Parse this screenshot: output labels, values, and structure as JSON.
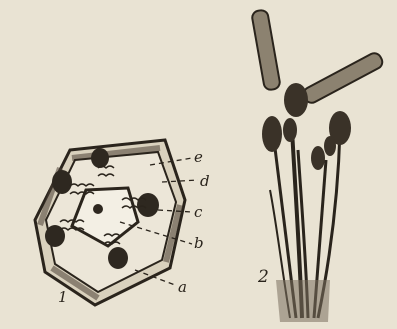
{
  "figure": {
    "background": "#e9e3d3",
    "ink": "#2a241c",
    "figure_numbers": [
      "1",
      "2"
    ],
    "labels": [
      "e",
      "d",
      "c",
      "b",
      "a"
    ]
  }
}
